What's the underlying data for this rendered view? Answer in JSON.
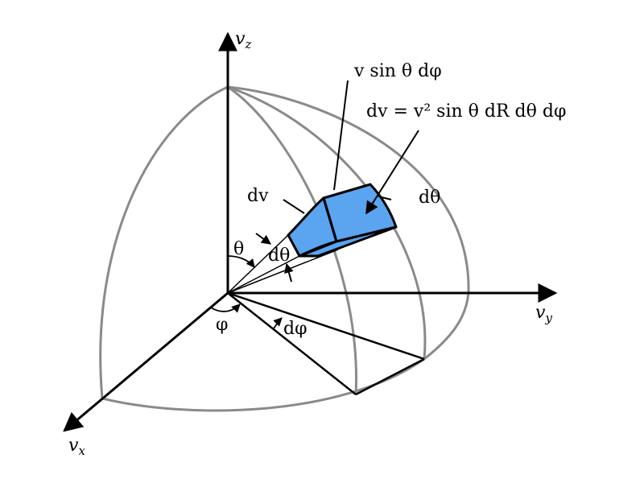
{
  "colors": {
    "sphere_outline": "#8a8a8a",
    "axis": "#000000",
    "volume_element_fill": "#5aa4f0",
    "background": "#ffffff"
  },
  "axes": {
    "vz": {
      "base": "v",
      "sub": "z"
    },
    "vy": {
      "base": "v",
      "sub": "y"
    },
    "vx": {
      "base": "v",
      "sub": "x"
    }
  },
  "labels": {
    "arc_width": "v sin θ dφ",
    "volume_element": "dv = v² sin θ dR dθ dφ",
    "dv": "dv",
    "dtheta_right": "dθ",
    "dtheta_left": "dθ",
    "theta": "θ",
    "phi": "φ",
    "dphi": "dφ"
  }
}
